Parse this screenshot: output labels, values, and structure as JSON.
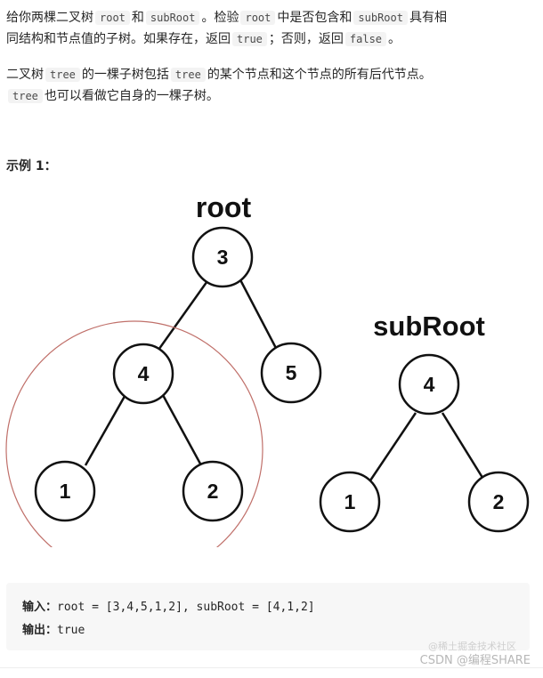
{
  "problem": {
    "p1": {
      "t1": "给你两棵二叉树",
      "c1": "root",
      "t2": "和",
      "c2": "subRoot",
      "t3": "。检验",
      "c3": "root",
      "t4": "中是否包含和",
      "c4": "subRoot",
      "t5": "具有相",
      "t6": "同结构和节点值的子树。如果存在，返回",
      "c5": "true",
      "t7": "；否则，返回",
      "c6": "false",
      "t8": "。"
    },
    "p2": {
      "t1": "二叉树",
      "c1": "tree",
      "t2": "的一棵子树包括",
      "c2": "tree",
      "t3": "的某个节点和这个节点的所有后代节点。",
      "c3": "tree",
      "t4": "也可以看做它自身的一棵子树。"
    }
  },
  "example": {
    "heading": "示例 1：",
    "diagram": {
      "root_label": "root",
      "subroot_label": "subRoot",
      "root_nodes": [
        "3",
        "4",
        "5",
        "1",
        "2"
      ],
      "subroot_nodes": [
        "4",
        "1",
        "2"
      ],
      "highlight_color": "#c0706a"
    },
    "input_label": "输入：",
    "input_value": "root = [3,4,5,1,2], subRoot = [4,1,2]",
    "output_label": "输出：",
    "output_value": "true"
  },
  "watermark": {
    "main": "CSDN @编程SHARE",
    "small": "@稀土掘金技术社区"
  }
}
